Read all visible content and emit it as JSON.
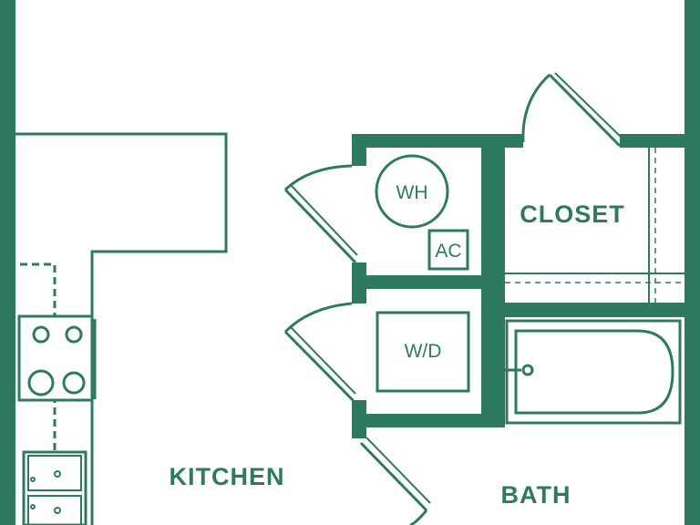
{
  "theme": {
    "wall_color": "#2e7a60",
    "background": "#ffffff"
  },
  "rooms": {
    "closet": "CLOSET",
    "kitchen": "KITCHEN",
    "bath": "BATH"
  },
  "fixtures": {
    "water_heater": "WH",
    "air_conditioner": "AC",
    "washer_dryer": "W/D"
  }
}
